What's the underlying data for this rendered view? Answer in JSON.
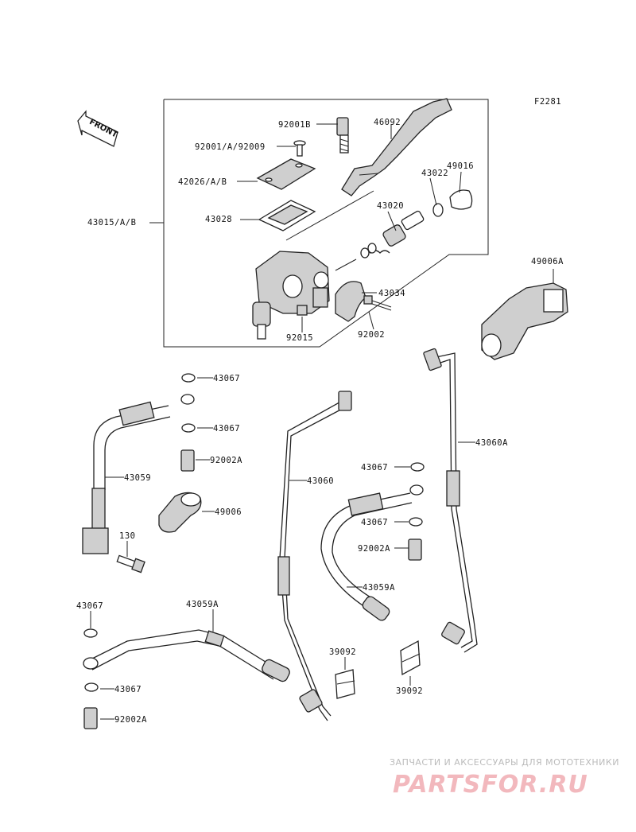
{
  "figure_code": "F2281",
  "front_label": "FRONT",
  "watermark": {
    "tagline": "ЗАПЧАСТИ И АКСЕССУАРЫ ДЛЯ МОТОТЕХНИКИ",
    "brand": "PARTSFOR.RU"
  },
  "callouts": {
    "c92001B": "92001B",
    "c46092": "46092",
    "c92001_92009": "92001/A/92009",
    "c42026": "42026/A/B",
    "c43028": "43028",
    "c43015": "43015/A/B",
    "c43022": "43022",
    "c49016": "49016",
    "c43020": "43020",
    "c43034": "43034",
    "c92002": "92002",
    "c92015": "92015",
    "c49006A": "49006A",
    "c43067_a": "43067",
    "c43067_b": "43067",
    "c92002A_a": "92002A",
    "c43059": "43059",
    "c49006": "49006",
    "c130": "130",
    "c43060": "43060",
    "c43060A": "43060A",
    "c43067_c": "43067",
    "c43067_d": "43067",
    "c92002A_b": "92002A",
    "c43059A_mid": "43059A",
    "c43067_e": "43067",
    "c43059A_low": "43059A",
    "c39092_a": "39092",
    "c39092_b": "39092",
    "c43067_f": "43067",
    "c92002A_c": "92002A"
  }
}
